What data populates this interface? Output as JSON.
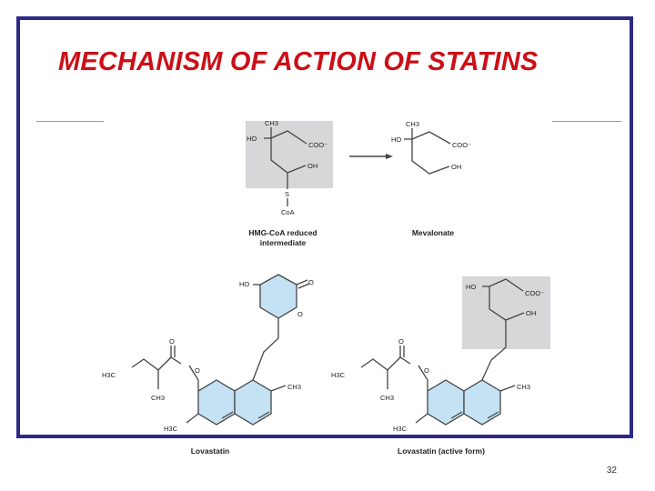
{
  "slide": {
    "title": "MECHANISM OF ACTION OF STATINS",
    "page_number": "32"
  },
  "diagram": {
    "hmg": {
      "label_line1": "HMG-CoA reduced",
      "label_line2": "intermediate",
      "groups": {
        "ho": "HO",
        "ch3": "CH3",
        "coo": "COO⁻",
        "oh": "OH",
        "s": "S",
        "coa": "CoA"
      }
    },
    "mevalonate": {
      "label": "Mevalonate",
      "groups": {
        "ho": "HO",
        "ch3": "CH3",
        "coo": "COO⁻",
        "oh": "OH"
      }
    },
    "lovastatin": {
      "label": "Lovastatin",
      "groups": {
        "ho": "HO",
        "o_ring": "O",
        "o_carbonyl": "O",
        "o_ester": "O",
        "o_acyl": "O",
        "h3c_chain": "H3C",
        "ch3_branch": "CH3",
        "ch3_ring": "CH3",
        "h3c_ring": "H3C"
      }
    },
    "lovastatin_active": {
      "label": "Lovastatin (active form)",
      "groups": {
        "ho": "HO",
        "coo": "COO⁻",
        "oh": "OH",
        "o_ester": "O",
        "o_acyl": "O",
        "h3c_chain": "H3C",
        "ch3_branch": "CH3",
        "ch3_ring": "CH3",
        "h3c_ring": "H3C"
      }
    },
    "colors": {
      "highlight_gray": "#d7d7d9",
      "highlight_blue": "#c4e2f3",
      "bond": "#444444",
      "title": "#cc0f16",
      "frame": "#2e2a86",
      "rule": "#c8a200"
    }
  }
}
